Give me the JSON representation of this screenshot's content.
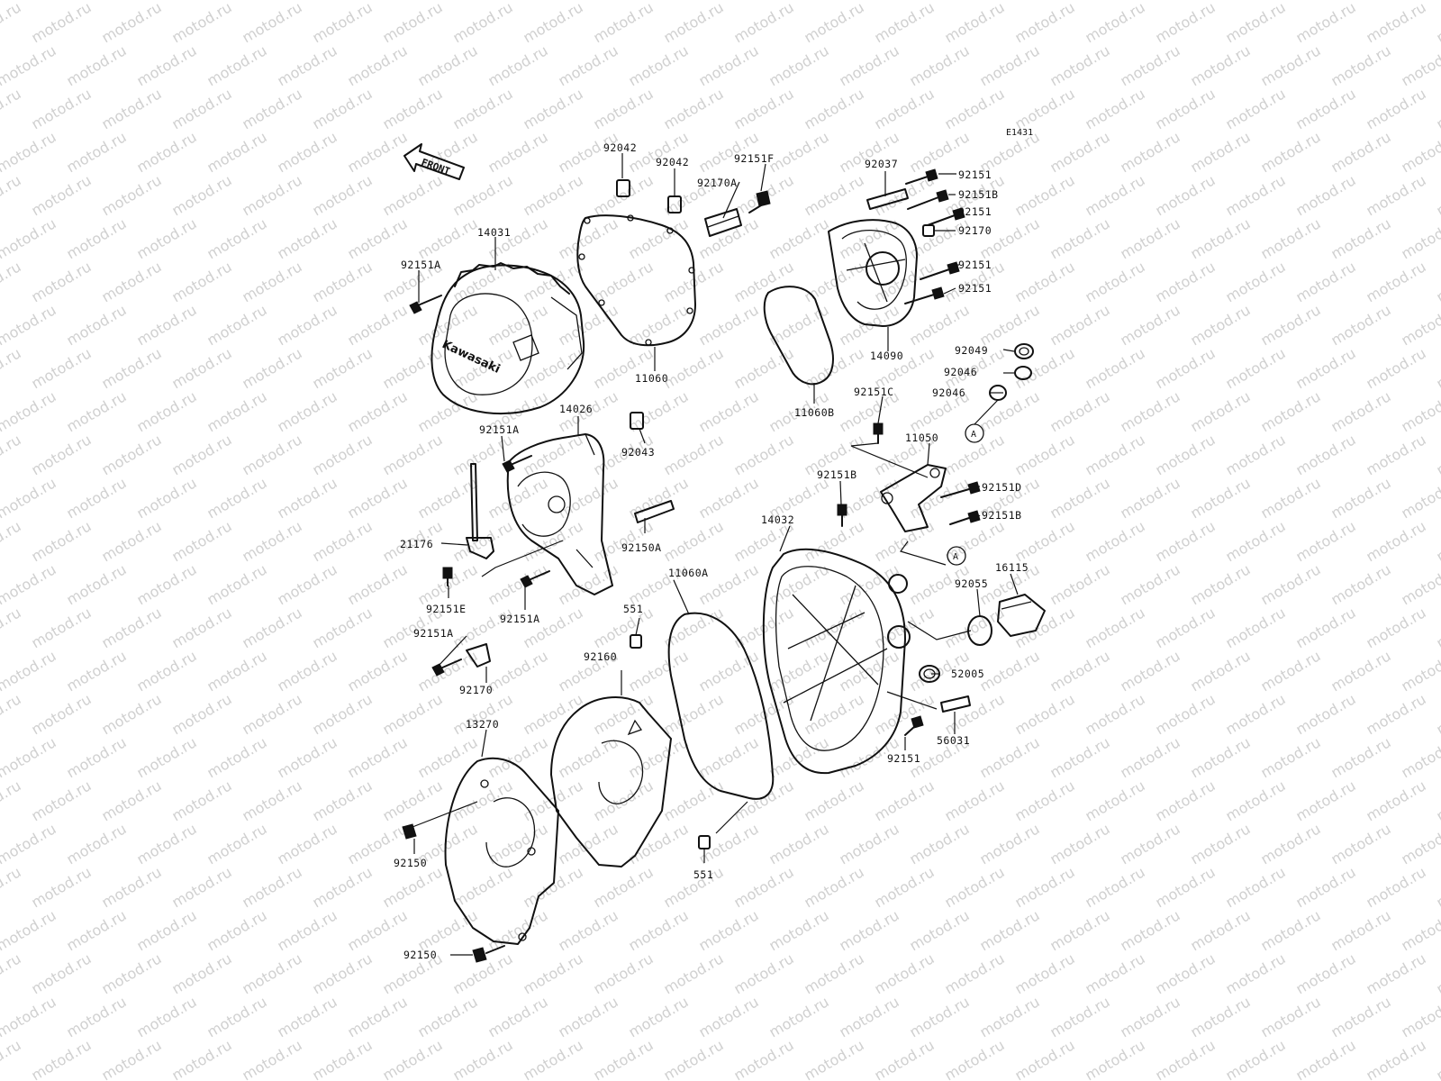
{
  "diagram": {
    "figure_code": "E1431",
    "front_label": "FRONT",
    "logo_text": "Kawasaki",
    "watermark_text": "motod.ru",
    "callout_ref": "A",
    "labels": {
      "p92042_a": "92042",
      "p92042_b": "92042",
      "p92151F": "92151F",
      "p92170A": "92170A",
      "p92037": "92037",
      "p92151_r1": "92151",
      "p92151B_r2": "92151B",
      "p92151_r3": "92151",
      "p92170_r4": "92170",
      "p92151_r5": "92151",
      "p92151_r6": "92151",
      "p14090": "14090",
      "p14031": "14031",
      "p92151A_l1": "92151A",
      "p11060": "11060",
      "p11060B": "11060B",
      "p92049": "92049",
      "p92046_a": "92046",
      "p92046_b": "92046",
      "p14026": "14026",
      "p92151A_l2": "92151A",
      "p92043": "92043",
      "p92151C": "92151C",
      "p11050": "11050",
      "p92151B_m": "92151B",
      "p92151D": "92151D",
      "p92151B_r": "92151B",
      "p14032": "14032",
      "p21176": "21176",
      "p92150A": "92150A",
      "p92151E": "92151E",
      "p92151A_l3": "92151A",
      "p11060A": "11060A",
      "p16115": "16115",
      "p92055": "92055",
      "p551_a": "551",
      "p92151A_l4": "92151A",
      "p92170_l": "92170",
      "p92160": "92160",
      "p52005": "52005",
      "p56031": "56031",
      "p13270": "13270",
      "p92151_b": "92151",
      "p92150_a": "92150",
      "p551_b": "551",
      "p92150_b": "92150"
    }
  }
}
